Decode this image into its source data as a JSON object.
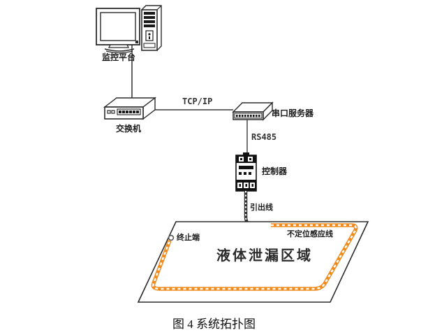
{
  "diagram": {
    "caption": "图 4 系统拓扑图",
    "nodes": {
      "monitor": {
        "label": "监控平台"
      },
      "switch": {
        "label": "交换机"
      },
      "serial_server": {
        "label": "串口服务器"
      },
      "controller": {
        "label": "控制器"
      }
    },
    "links": {
      "tcp_ip": {
        "label": "TCP/IP"
      },
      "rs485": {
        "label": "RS485"
      },
      "leadout_wire": {
        "label": "引出线"
      },
      "sensing_cable": {
        "label": "不定位感应线"
      },
      "termination_end": {
        "label": "终止端"
      }
    },
    "leak_area": {
      "label": "液体泄漏区域"
    },
    "colors": {
      "cable_orange": "#F08C1E",
      "line_dark": "#3c3c3c",
      "device_fill": "#ffffff",
      "device_dark": "#111111"
    }
  }
}
